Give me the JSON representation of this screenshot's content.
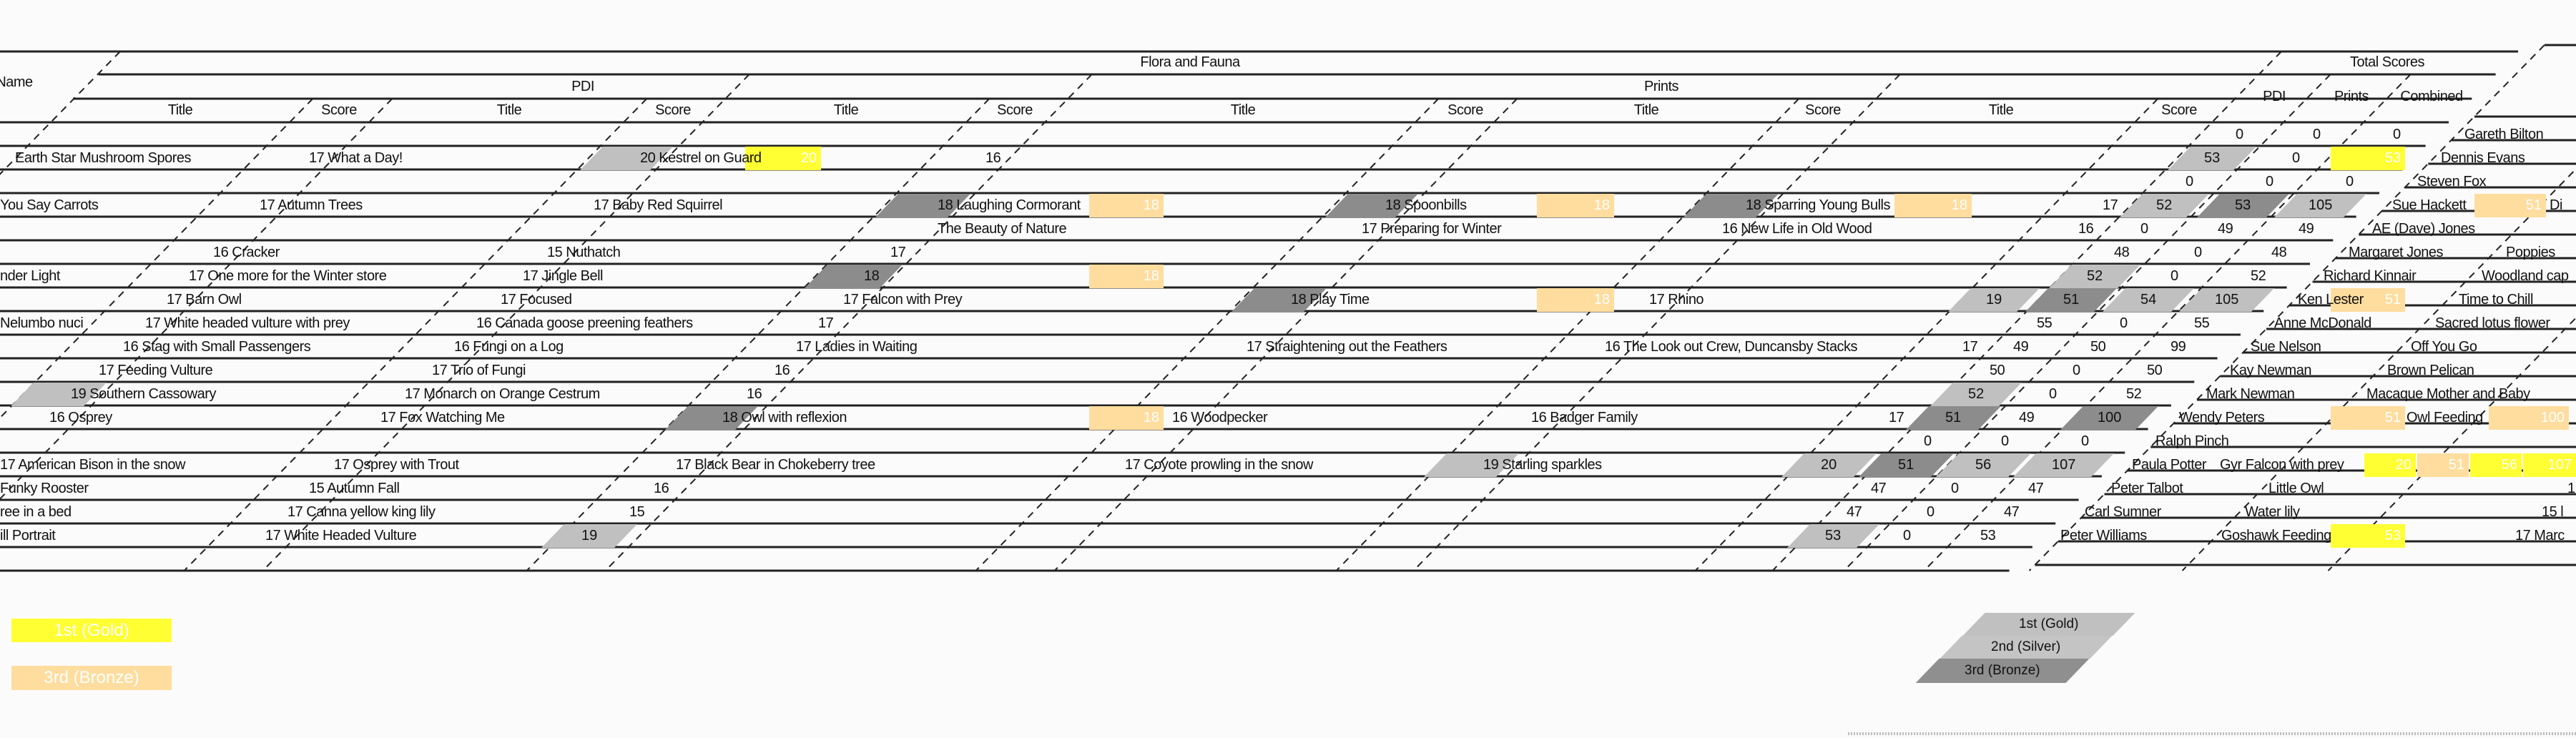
{
  "header": {
    "name": "Name",
    "group": "Flora and Fauna",
    "pdi": "PDI",
    "prints": "Prints",
    "col_title": "Title",
    "col_score": "Score",
    "totals": {
      "label": "Total Scores",
      "pdi": "PDI",
      "prints": "Prints",
      "combined": "Combined"
    }
  },
  "rows": [
    {
      "cells": [
        {
          "t": "0"
        },
        {
          "t": "0"
        },
        {
          "t": "0"
        },
        {
          "t": "Gareth Bilton"
        }
      ]
    },
    {
      "cells": [
        {
          "t": "Earth Star Mushroom Spores"
        },
        {
          "t": "17 What a Day!"
        },
        {
          "t": "",
          "hl": "silver"
        },
        {
          "t": "20 Kestrel on Guard"
        },
        {
          "t": "20",
          "hl": "gold"
        },
        {
          "t": "16"
        },
        {
          "t": "53",
          "hl": "silver"
        },
        {
          "t": "0"
        },
        {
          "t": "53",
          "hl": "gold"
        },
        {
          "t": "Dennis Evans"
        }
      ]
    },
    {
      "cells": [
        {
          "t": "0"
        },
        {
          "t": "0"
        },
        {
          "t": "0"
        },
        {
          "t": "Steven Fox"
        }
      ]
    },
    {
      "cells": [
        {
          "t": "You Say Carrots"
        },
        {
          "t": "17 Autumn Trees"
        },
        {
          "t": "17 Baby Red Squirrel"
        },
        {
          "t": "",
          "hl": "dark"
        },
        {
          "t": "18 Laughing Cormorant"
        },
        {
          "t": "18",
          "hl": "bronze"
        },
        {
          "t": "",
          "hl": "dark"
        },
        {
          "t": "18 Spoonbills"
        },
        {
          "t": "18",
          "hl": "bronze"
        },
        {
          "t": "",
          "hl": "dark"
        },
        {
          "t": "18 Sparring Young Bulls"
        },
        {
          "t": "18",
          "hl": "bronze"
        },
        {
          "t": "17"
        },
        {
          "t": "52",
          "hl": "silver"
        },
        {
          "t": "53",
          "hl": "dark"
        },
        {
          "t": "105",
          "hl": "silver"
        },
        {
          "t": "51",
          "hl": "bronze"
        },
        {
          "t": "Sue Hackett"
        },
        {
          "t": "Di"
        }
      ]
    },
    {
      "cells": [
        {
          "t": "The Beauty of Nature"
        },
        {
          "t": "17 Preparing for Winter"
        },
        {
          "t": "16 New Life in Old Wood"
        },
        {
          "t": "16"
        },
        {
          "t": "0"
        },
        {
          "t": "49"
        },
        {
          "t": "49"
        },
        {
          "t": "AE (Dave) Jones"
        }
      ]
    },
    {
      "cells": [
        {
          "t": "16 Cracker"
        },
        {
          "t": "15 Nuthatch"
        },
        {
          "t": "17"
        },
        {
          "t": "48"
        },
        {
          "t": "0"
        },
        {
          "t": "48"
        },
        {
          "t": "Margaret Jones"
        },
        {
          "t": "Poppies"
        }
      ]
    },
    {
      "cells": [
        {
          "t": "nder Light"
        },
        {
          "t": "17 One more for the Winter store"
        },
        {
          "t": "17 Jingle Bell"
        },
        {
          "t": "",
          "hl": "dark"
        },
        {
          "t": "18"
        },
        {
          "t": "18",
          "hl": "bronze"
        },
        {
          "t": "52",
          "hl": "silver"
        },
        {
          "t": "0"
        },
        {
          "t": "52"
        },
        {
          "t": "Richard Kinnair"
        },
        {
          "t": "Woodland cap"
        }
      ]
    },
    {
      "cells": [
        {
          "t": "17 Barn Owl"
        },
        {
          "t": "17 Focused"
        },
        {
          "t": "17 Falcon with Prey"
        },
        {
          "t": "",
          "hl": "dark"
        },
        {
          "t": "18 Play Time"
        },
        {
          "t": "18",
          "hl": "bronze"
        },
        {
          "t": "17 Rhino"
        },
        {
          "t": "19",
          "hl": "silver"
        },
        {
          "t": "51",
          "hl": "dark"
        },
        {
          "t": "54",
          "hl": "silver"
        },
        {
          "t": "105",
          "hl": "silver"
        },
        {
          "t": "51",
          "hl": "bronze"
        },
        {
          "t": "Ken Lester"
        },
        {
          "t": "Time to Chill"
        }
      ]
    },
    {
      "cells": [
        {
          "t": "Nelumbo nuci"
        },
        {
          "t": "17 White headed vulture with prey"
        },
        {
          "t": "16 Canada goose preening feathers"
        },
        {
          "t": "17"
        },
        {
          "t": "55"
        },
        {
          "t": "0"
        },
        {
          "t": "55"
        },
        {
          "t": "Anne McDonald"
        },
        {
          "t": "Sacred lotus flower"
        }
      ]
    },
    {
      "cells": [
        {
          "t": "16 Stag with Small Passengers"
        },
        {
          "t": "16 Fungi on a Log"
        },
        {
          "t": "17 Ladies in Waiting"
        },
        {
          "t": "17 Straightening out the Feathers"
        },
        {
          "t": "16 The Look out Crew, Duncansby Stacks"
        },
        {
          "t": "17"
        },
        {
          "t": "49"
        },
        {
          "t": "50"
        },
        {
          "t": "99"
        },
        {
          "t": "Sue Nelson"
        },
        {
          "t": "Off You Go"
        }
      ]
    },
    {
      "cells": [
        {
          "t": "17 Feeding Vulture"
        },
        {
          "t": "17 Trio of Fungi"
        },
        {
          "t": "16"
        },
        {
          "t": "50"
        },
        {
          "t": "0"
        },
        {
          "t": "50"
        },
        {
          "t": "Kay Newman"
        },
        {
          "t": "Brown Pelican"
        }
      ]
    },
    {
      "cells": [
        {
          "t": "",
          "hl": "silver"
        },
        {
          "t": "19 Southern Cassowary"
        },
        {
          "t": "17 Monarch on Orange Cestrum"
        },
        {
          "t": "16"
        },
        {
          "t": "52",
          "hl": "silver"
        },
        {
          "t": "0"
        },
        {
          "t": "52"
        },
        {
          "t": "Mark Newman"
        },
        {
          "t": "Macaque Mother and Baby"
        }
      ]
    },
    {
      "cells": [
        {
          "t": "16 Osprey"
        },
        {
          "t": "17 Fox Watching Me"
        },
        {
          "t": "",
          "hl": "dark"
        },
        {
          "t": "18 Owl with reflexion"
        },
        {
          "t": "18",
          "hl": "bronze"
        },
        {
          "t": "16 Woodpecker"
        },
        {
          "t": "16 Badger Family"
        },
        {
          "t": "17"
        },
        {
          "t": "51",
          "hl": "dark"
        },
        {
          "t": "49"
        },
        {
          "t": "100",
          "hl": "dark"
        },
        {
          "t": "Wendy Peters"
        },
        {
          "t": "51",
          "hl": "bronze"
        },
        {
          "t": "Owl Feeding"
        },
        {
          "t": "100",
          "hl": "bronze"
        }
      ]
    },
    {
      "cells": [
        {
          "t": "0"
        },
        {
          "t": "0"
        },
        {
          "t": "0"
        },
        {
          "t": "Ralph Pinch"
        }
      ]
    },
    {
      "cells": [
        {
          "t": "17 American Bison in the snow"
        },
        {
          "t": "17 Osprey with Trout"
        },
        {
          "t": "17 Black Bear in Chokeberry tree"
        },
        {
          "t": "17 Coyote prowling in the snow"
        },
        {
          "t": "",
          "hl": "silver"
        },
        {
          "t": "19 Starling sparkles"
        },
        {
          "t": "20",
          "hl": "silver"
        },
        {
          "t": "51",
          "hl": "dark"
        },
        {
          "t": "56",
          "hl": "silver"
        },
        {
          "t": "107",
          "hl": "silver"
        },
        {
          "t": "Paula Potter"
        },
        {
          "t": "20",
          "hl": "gold"
        },
        {
          "t": "51",
          "hl": "bronze"
        },
        {
          "t": "Gyr Falcon with prey"
        },
        {
          "t": "56",
          "hl": "gold"
        },
        {
          "t": "107",
          "hl": "gold"
        }
      ]
    },
    {
      "cells": [
        {
          "t": "Funky Rooster"
        },
        {
          "t": "15 Autumn Fall"
        },
        {
          "t": "16"
        },
        {
          "t": "47"
        },
        {
          "t": "0"
        },
        {
          "t": "47"
        },
        {
          "t": "Peter Talbot"
        },
        {
          "t": "Little Owl"
        },
        {
          "t": "1"
        }
      ]
    },
    {
      "cells": [
        {
          "t": "ree in a bed"
        },
        {
          "t": "17 Canna yellow king lily"
        },
        {
          "t": "15"
        },
        {
          "t": "47"
        },
        {
          "t": "0"
        },
        {
          "t": "47"
        },
        {
          "t": "Carl Sumner"
        },
        {
          "t": "Water lily"
        },
        {
          "t": "15 l"
        }
      ]
    },
    {
      "cells": [
        {
          "t": "ill Portrait"
        },
        {
          "t": "17 White Headed Vulture"
        },
        {
          "t": "19",
          "hl": "silver"
        },
        {
          "t": "53",
          "hl": "silver"
        },
        {
          "t": "0"
        },
        {
          "t": "53"
        },
        {
          "t": "Peter Williams"
        },
        {
          "t": "Goshawk Feeding"
        },
        {
          "t": "53",
          "hl": "gold"
        },
        {
          "t": "17 Marc"
        }
      ]
    },
    {
      "cells": []
    }
  ],
  "legend_left": [
    "1st (Gold)",
    "3rd (Bronze)"
  ],
  "legend_right": [
    "1st (Gold)",
    "2nd (Silver)",
    "3rd (Bronze)"
  ],
  "colors": {
    "gold": "#ffff33",
    "bronze": "#ffdd9e",
    "silver": "#c0c0c0",
    "dark": "#8c8c8c"
  }
}
